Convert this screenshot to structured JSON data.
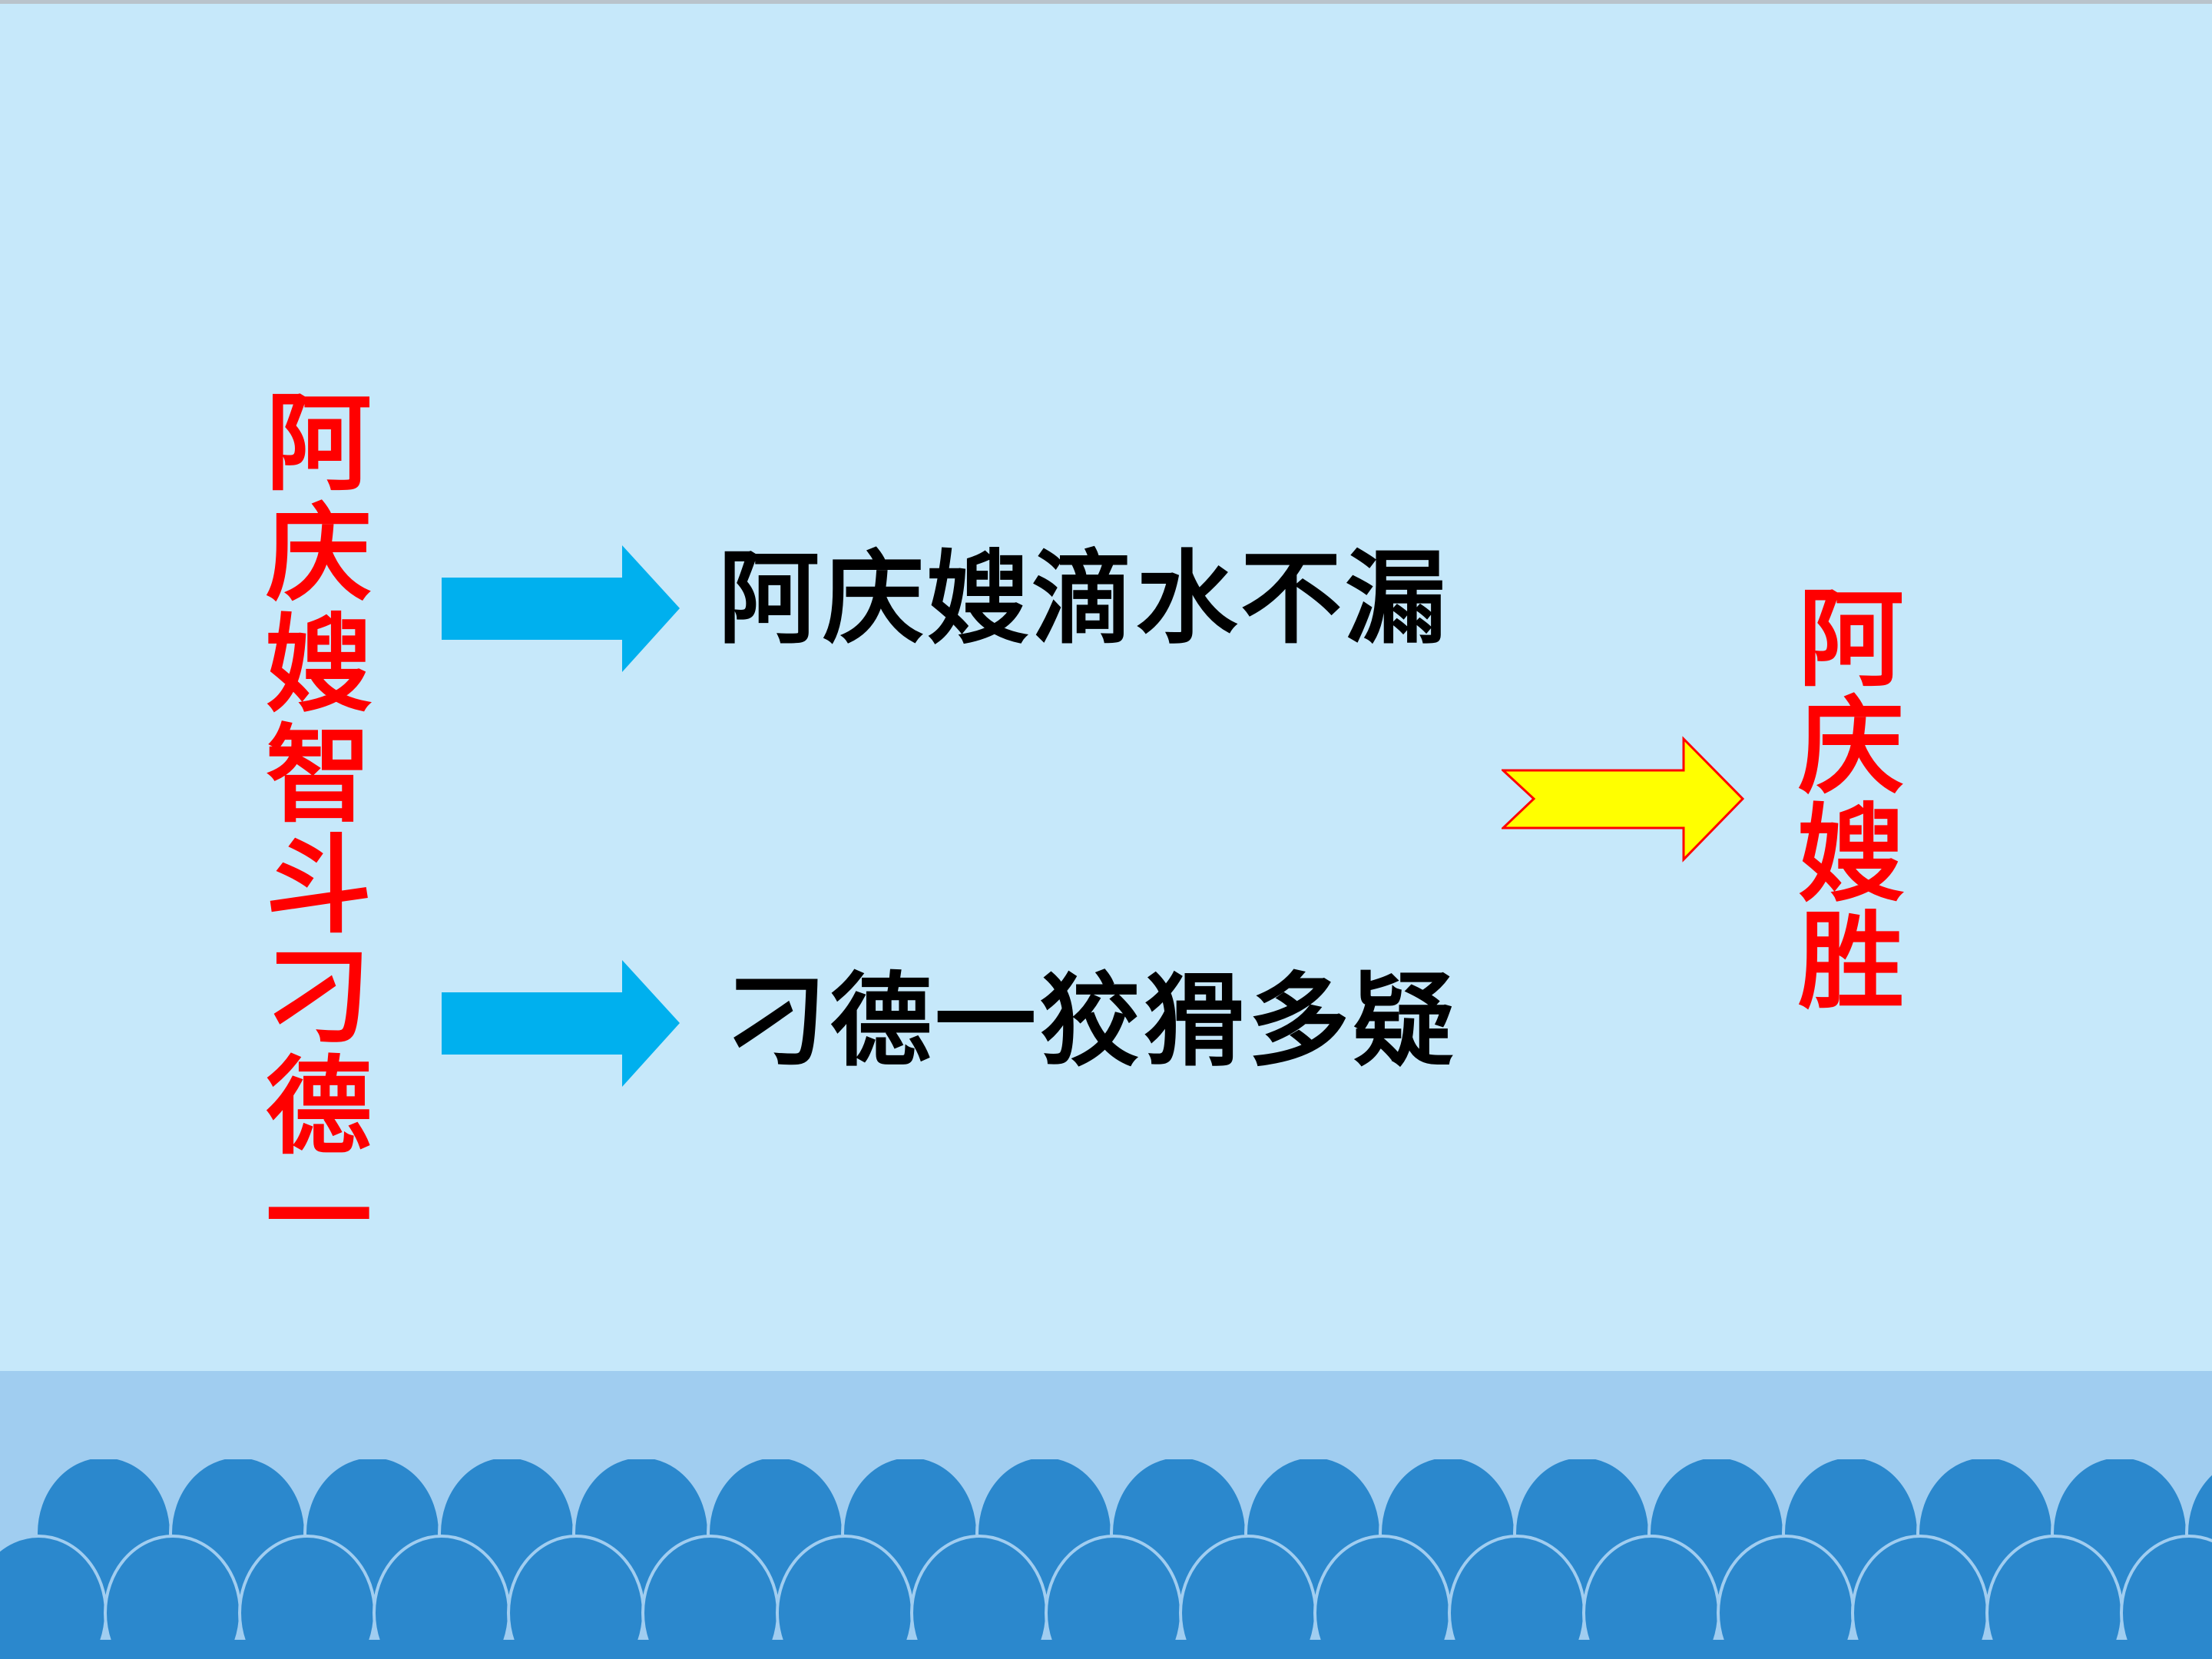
{
  "diagram": {
    "title_vertical": "阿庆嫂智斗刁德一",
    "branches": [
      {
        "label": "阿庆嫂滴水不漏"
      },
      {
        "label": "刁德一狡猾多疑"
      }
    ],
    "result_vertical": "阿庆嫂胜"
  },
  "colors": {
    "background": "#c6e8fa",
    "title_text": "#ff0000",
    "branch_text": "#000000",
    "branch_arrow": "#00b0ee",
    "result_arrow_fill": "#ffff00",
    "result_arrow_stroke": "#ff0000",
    "wave_band": "#a0cdf0",
    "wave_fill": "#2b88cd"
  }
}
